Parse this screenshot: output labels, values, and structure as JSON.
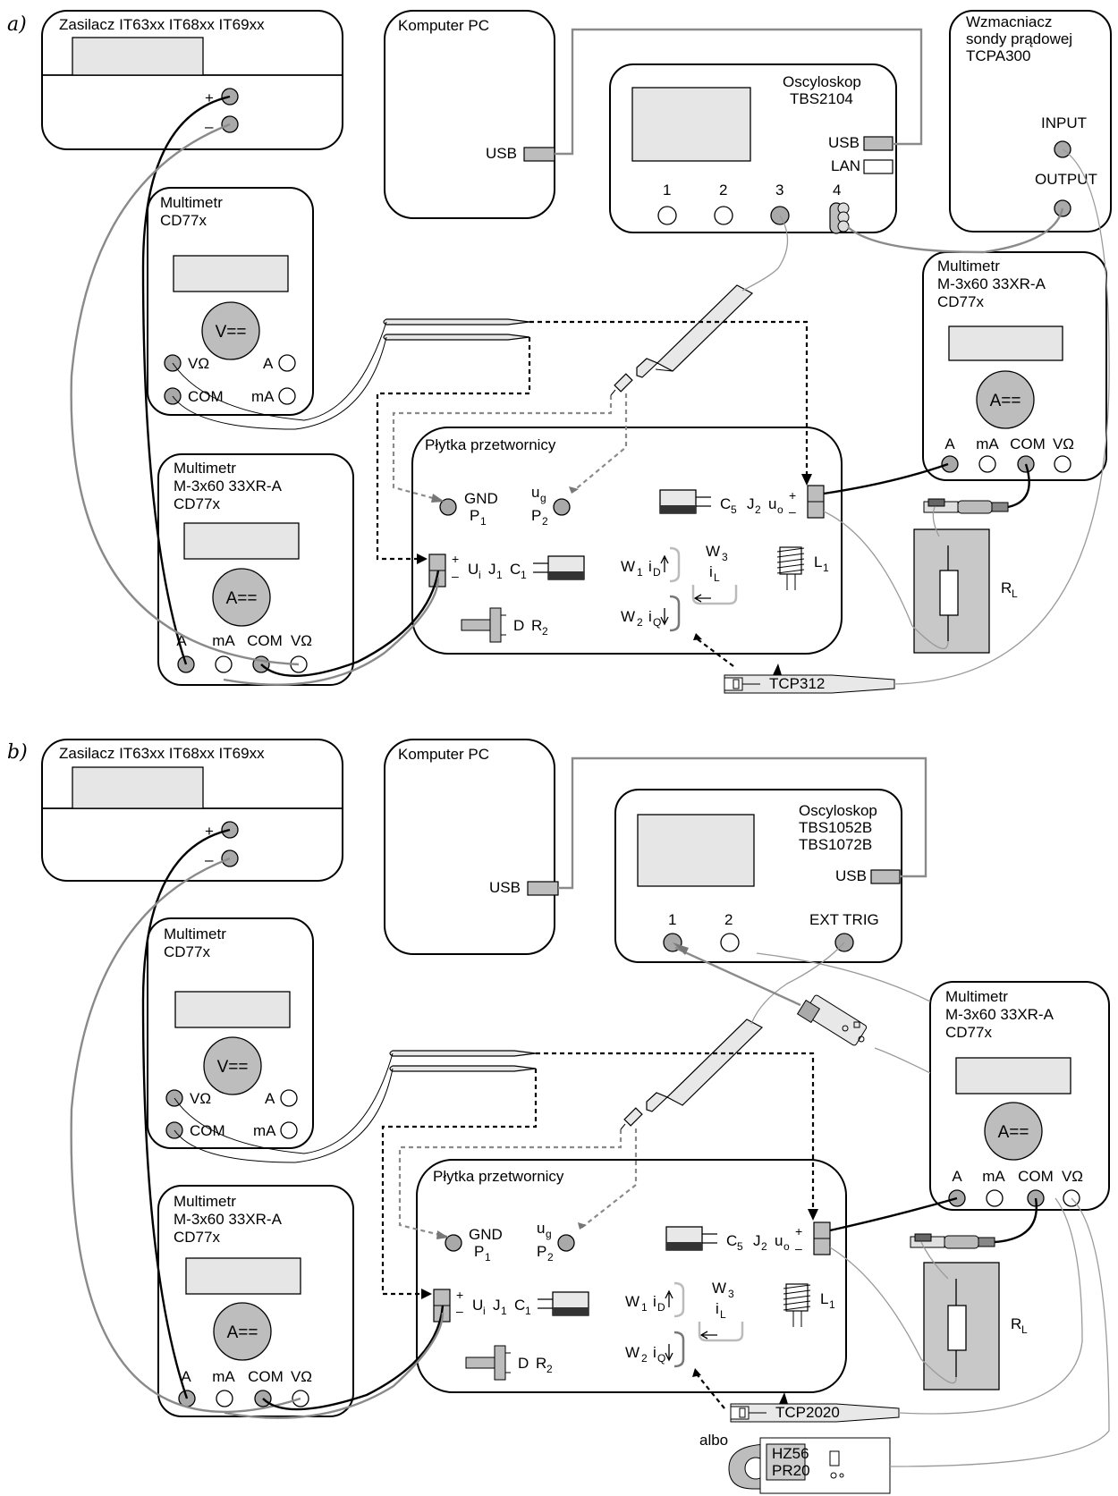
{
  "panels": [
    {
      "label": "a)",
      "power_supply": {
        "title": "Zasilacz IT63xx IT68xx IT69xx",
        "plus": "+",
        "minus": "–"
      },
      "pc": {
        "title": "Komputer PC",
        "usb": "USB"
      },
      "oscilloscope": {
        "title": "Oscyloskop",
        "model": "TBS2104",
        "model2": "",
        "usb": "USB",
        "lan": "LAN",
        "channels": [
          "1",
          "2",
          "3",
          "4"
        ]
      },
      "amplifier": {
        "title1": "Wzmacniacz",
        "title2": "sondy prądowej",
        "title3": "TCPA300",
        "input": "INPUT",
        "output": "OUTPUT"
      },
      "multimeter_v": {
        "title": "Multimetr",
        "model": "CD77x",
        "dial": "V==",
        "vohm": "VΩ",
        "a": "A",
        "com": "COM",
        "ma": "mA"
      },
      "multimeter_a_left": {
        "title": "Multimetr",
        "model1": "M-3x60 33XR-A",
        "model2": "CD77x",
        "dial": "A==",
        "terminals": [
          "A",
          "mA",
          "COM",
          "VΩ"
        ]
      },
      "multimeter_a_right": {
        "title": "Multimetr",
        "model1": "M-3x60 33XR-A",
        "model2": "CD77x",
        "dial": "A==",
        "terminals": [
          "A",
          "mA",
          "COM",
          "VΩ"
        ]
      },
      "board": {
        "title": "Płytka przetwornicy",
        "gnd": "GND",
        "p1": "P",
        "p1_sub": "1",
        "ug": "u",
        "ug_sub": "g",
        "p2": "P",
        "p2_sub": "2",
        "c5": "C",
        "c5_sub": "5",
        "j2": "J",
        "j2_sub": "2",
        "uo": "u",
        "uo_sub": "o",
        "ui": "U",
        "ui_sub": "i",
        "j1": "J",
        "j1_sub": "1",
        "c1": "C",
        "c1_sub": "1",
        "w1": "W",
        "w1_sub": "1",
        "id": "i",
        "id_sub": "D",
        "w2": "W",
        "w2_sub": "2",
        "iq": "i",
        "iq_sub": "Q",
        "w3": "W",
        "w3_sub": "3",
        "il": "i",
        "il_sub": "L",
        "l1": "L",
        "l1_sub": "1",
        "d": "D",
        "r2": "R",
        "r2_sub": "2",
        "plus": "+",
        "minus": "–"
      },
      "load": {
        "r": "R",
        "r_sub": "L"
      },
      "probe_current": "TCP312"
    },
    {
      "label": "b)",
      "power_supply": {
        "title": "Zasilacz IT63xx IT68xx IT69xx",
        "plus": "+",
        "minus": "–"
      },
      "pc": {
        "title": "Komputer PC",
        "usb": "USB"
      },
      "oscilloscope": {
        "title": "Oscyloskop",
        "model": "TBS1052B",
        "model2": "TBS1072B",
        "usb": "USB",
        "ch1": "1",
        "ch2": "2",
        "ext": "EXT TRIG"
      },
      "multimeter_v": {
        "title": "Multimetr",
        "model": "CD77x",
        "dial": "V==",
        "vohm": "VΩ",
        "a": "A",
        "com": "COM",
        "ma": "mA"
      },
      "multimeter_a_left": {
        "title": "Multimetr",
        "model1": "M-3x60 33XR-A",
        "model2": "CD77x",
        "dial": "A==",
        "terminals": [
          "A",
          "mA",
          "COM",
          "VΩ"
        ]
      },
      "multimeter_a_right": {
        "title": "Multimetr",
        "model1": "M-3x60 33XR-A",
        "model2": "CD77x",
        "dial": "A==",
        "terminals": [
          "A",
          "mA",
          "COM",
          "VΩ"
        ]
      },
      "board": {
        "title": "Płytka przetwornicy"
      },
      "load": {
        "r": "R",
        "r_sub": "L"
      },
      "probe_current": "TCP2020",
      "alt": "albo",
      "clamp": {
        "l1": "HZ56",
        "l2": "PR20"
      }
    }
  ]
}
